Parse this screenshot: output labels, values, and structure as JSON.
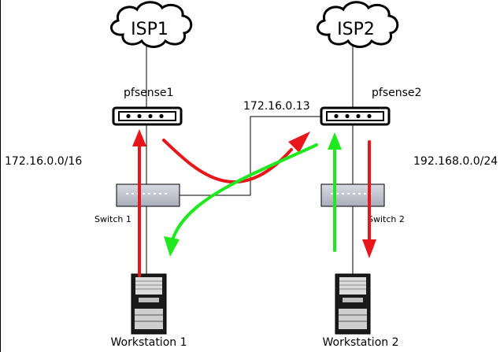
{
  "clouds": [
    {
      "label": "ISP1"
    },
    {
      "label": "ISP2"
    }
  ],
  "firewalls": [
    {
      "label": "pfsense1"
    },
    {
      "label": "pfsense2"
    }
  ],
  "switches": [
    {
      "label": "Switch 1"
    },
    {
      "label": "Switch 2"
    }
  ],
  "workstations": [
    {
      "label": "Workstation 1"
    },
    {
      "label": "Workstation 2"
    }
  ],
  "networks": {
    "left_subnet": "172.16.0.0/16",
    "right_subnet": "192.168.0.0/24",
    "link_ip": "172.16.0.13"
  },
  "colors": {
    "red_arrow": "#e8151b",
    "green_arrow": "#1fe81f",
    "line": "#000000",
    "switch_fill": "#c8ccd6"
  },
  "icons": [
    "cloud-icon",
    "firewall-icon",
    "switch-icon",
    "workstation-icon",
    "arrow-icon"
  ]
}
